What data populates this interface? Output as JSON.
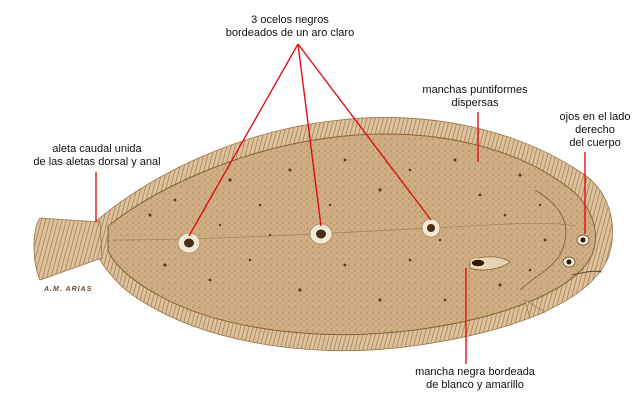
{
  "labels": {
    "ocelli": [
      "3 ocelos negros",
      "bordeados de un aro claro"
    ],
    "spots": [
      "manchas puntiformes",
      "dispersas"
    ],
    "eyes": [
      "ojos en el lado",
      "derecho",
      "del cuerpo"
    ],
    "caudal": [
      "aleta caudal unida",
      "de las aletas dorsal y anal"
    ],
    "black_spot": [
      "mancha negra bordeada",
      "de blanco y amarillo"
    ]
  },
  "signature": "A.M. ARIAS",
  "colors": {
    "leader": "#e01010",
    "body": "#c9a57a",
    "body_dark": "#8a5f36",
    "fin": "#d9bd97",
    "ocellus_ring": "#f2e8d6",
    "ocellus_core": "#4a2d14"
  }
}
